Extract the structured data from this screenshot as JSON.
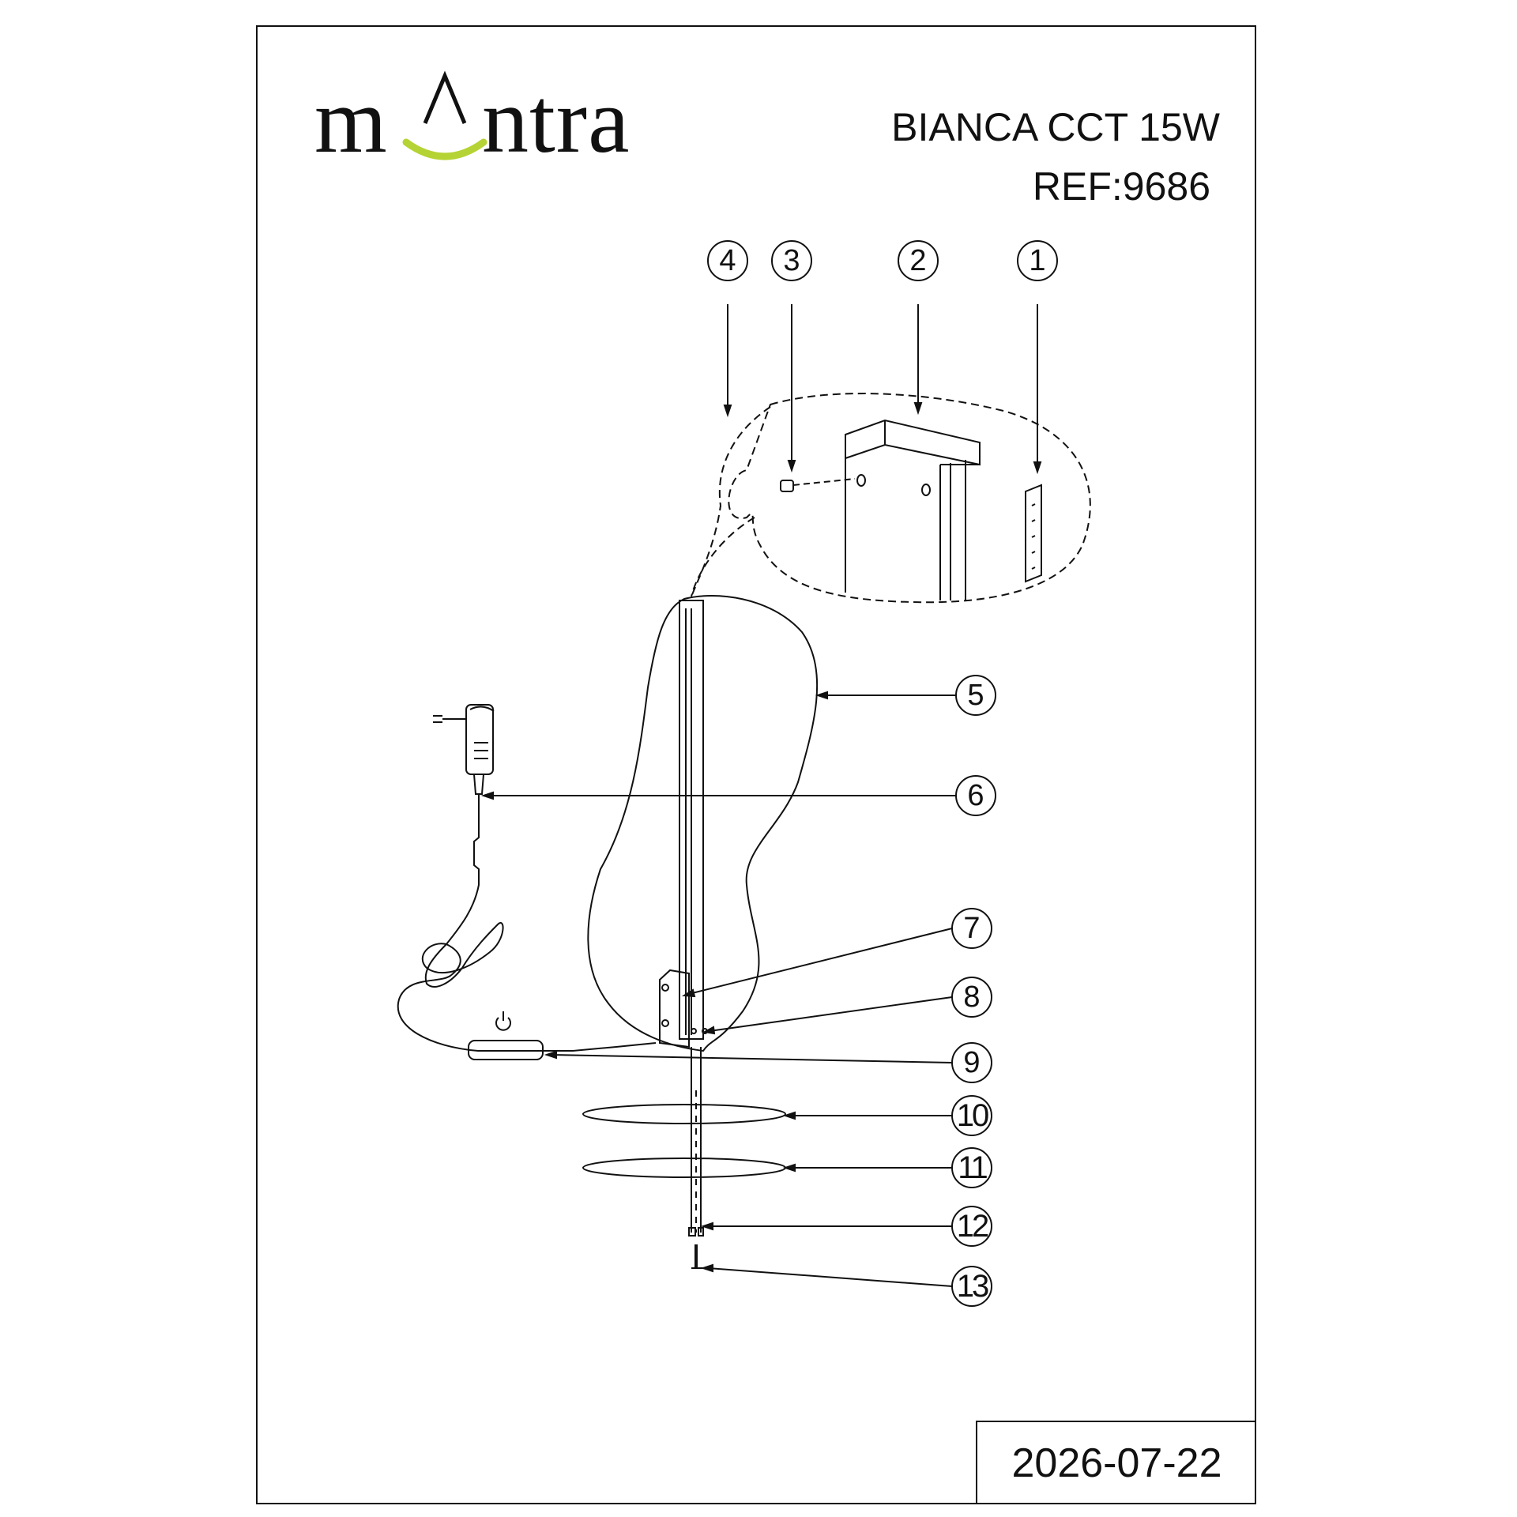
{
  "brand": {
    "logo_text_left": "m",
    "logo_text_right": "ntra",
    "logo_mark_color": "#b5d334"
  },
  "product": {
    "name": "BIANCA CCT 15W",
    "ref": "REF:9686"
  },
  "diagram": {
    "callouts": [
      "1",
      "2",
      "3",
      "4",
      "5",
      "6",
      "7",
      "8",
      "9",
      "10",
      "11",
      "12",
      "13"
    ],
    "icons": [
      "power-plug-adapter-icon",
      "power-switch-icon"
    ]
  },
  "footer": {
    "date": "2026-07-22"
  }
}
